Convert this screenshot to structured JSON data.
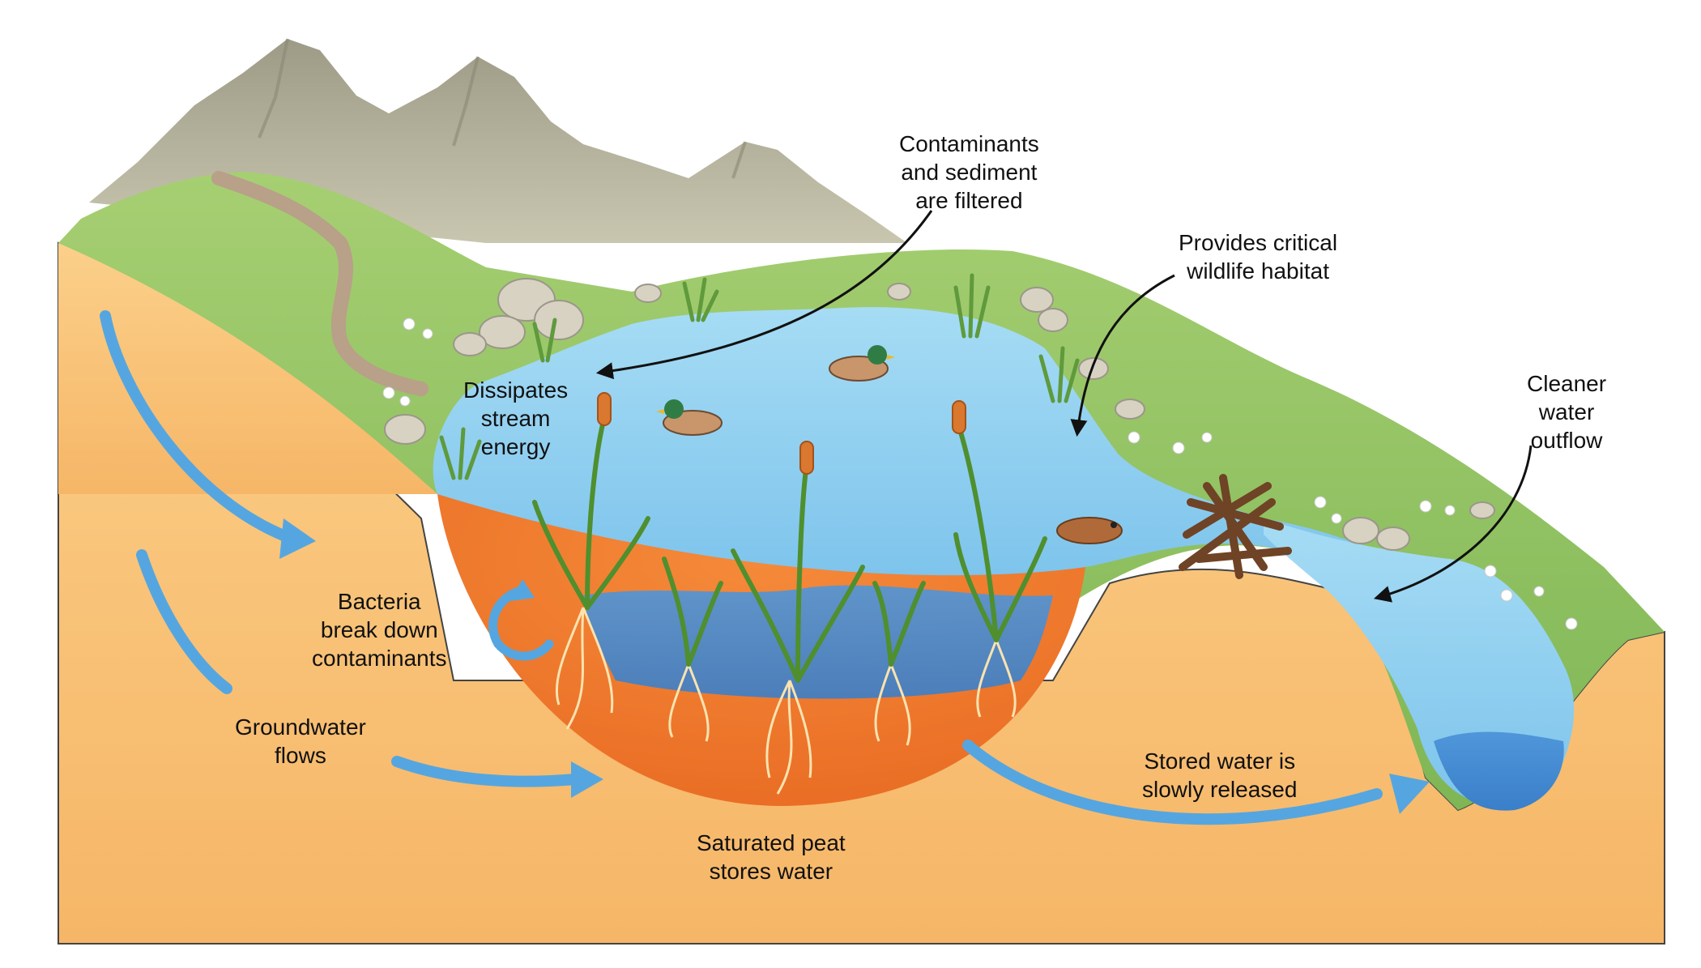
{
  "labels": {
    "contaminants": [
      "Contaminants",
      "and sediment",
      "are filtered"
    ],
    "wildlife": [
      "Provides critical",
      "wildlife habitat"
    ],
    "outflow": [
      "Cleaner",
      "water",
      "outflow"
    ],
    "dissipates": [
      "Dissipates",
      "stream",
      "energy"
    ],
    "bacteria": [
      "Bacteria",
      "break down",
      "contaminants"
    ],
    "groundwater": [
      "Groundwater",
      "flows"
    ],
    "peat": [
      "Saturated peat",
      "stores water"
    ],
    "stored": [
      "Stored water is",
      "slowly released"
    ]
  },
  "colors": {
    "soil": "#f8c37a",
    "peat": "#f07a2e",
    "water": "#8fd0f0",
    "deep_water": "#4a90d6",
    "grass": "#8cc063",
    "mountain": "#b3b19a",
    "flow_arrow": "#55a6e0",
    "text": "#111111"
  },
  "icons": [
    "mountain-icon",
    "duck-icon",
    "beaver-icon",
    "beaver-dam-icon",
    "cattail-icon",
    "rock-icon",
    "daisy-icon",
    "cycle-arrow-icon"
  ]
}
